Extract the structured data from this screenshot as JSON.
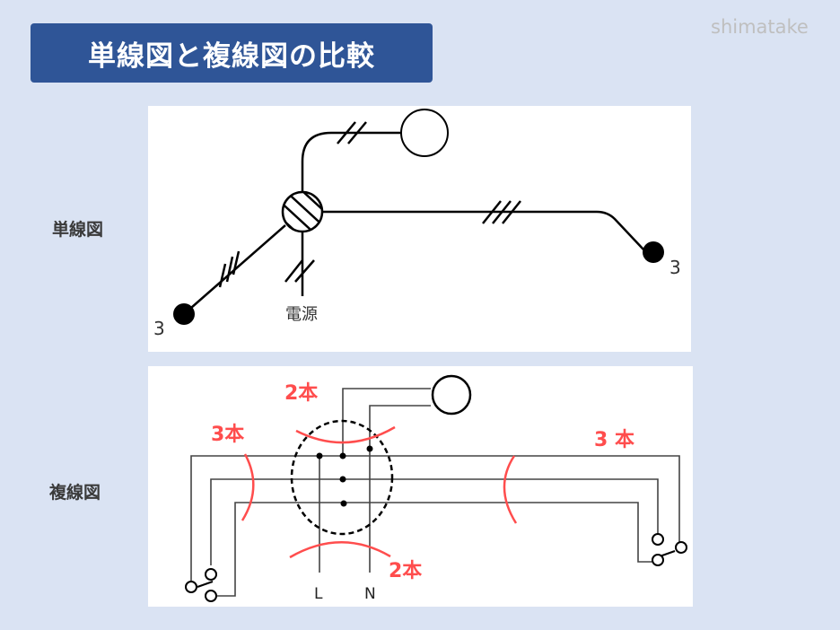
{
  "title": "単線図と複線図の比較",
  "watermark": "shimatake",
  "labels": {
    "single_line": "単線図",
    "multi_line": "複線図"
  },
  "single_line_diagram": {
    "power_source_label": "電源",
    "left_switch_label": "3",
    "right_switch_label": "3"
  },
  "multi_line_diagram": {
    "count_top": "2本",
    "count_bottom": "2本",
    "count_left": "3本",
    "count_right": "3 本",
    "terminal_L": "L",
    "terminal_N": "N"
  },
  "colors": {
    "background": "#dae3f3",
    "title_bg": "#2f5597",
    "annotation_red": "#ff4d4d"
  }
}
